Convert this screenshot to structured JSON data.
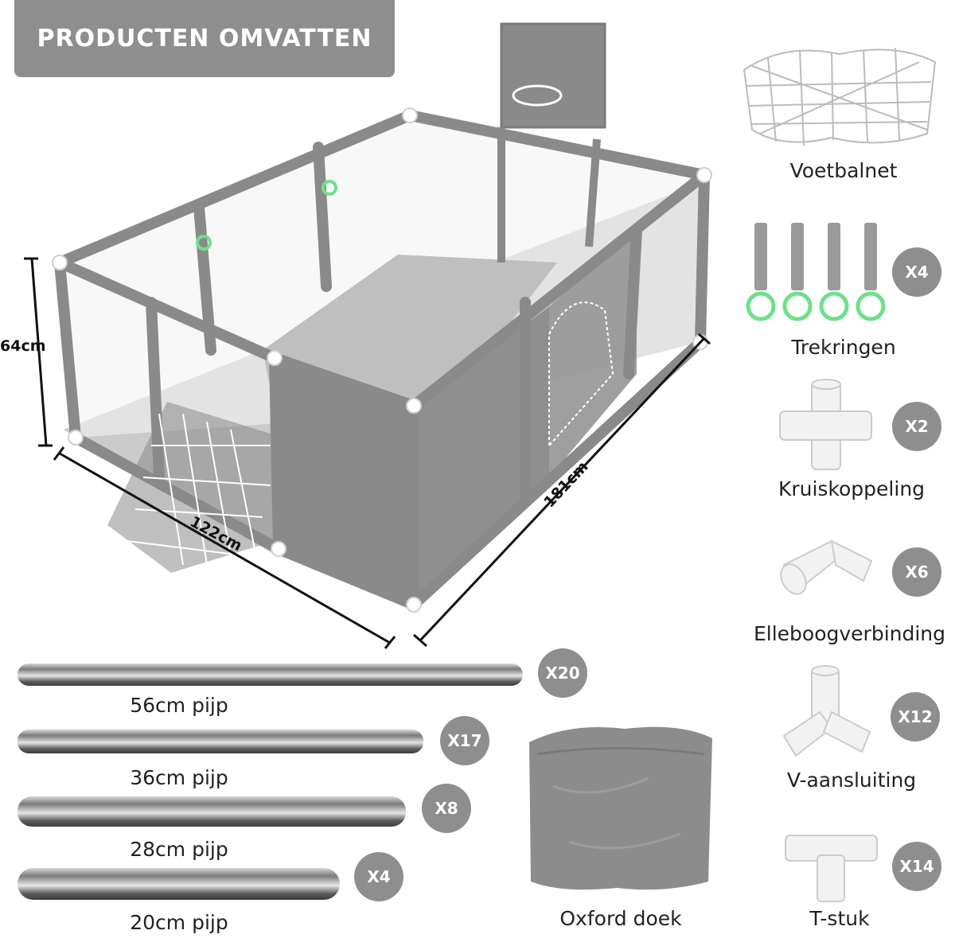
{
  "header": {
    "title": "PRODUCTEN OMVATTEN"
  },
  "dimensions": {
    "height": "64cm",
    "width": "122cm",
    "length": "181cm"
  },
  "parts": [
    {
      "label": "Voetbalnet",
      "qty": ""
    },
    {
      "label": "Trekringen",
      "qty": "X4"
    },
    {
      "label": "Kruiskoppeling",
      "qty": "X2"
    },
    {
      "label": "Elleboogverbinding",
      "qty": "X6"
    },
    {
      "label": "V-aansluiting",
      "qty": "X12"
    },
    {
      "label": "T-stuk",
      "qty": "X14"
    }
  ],
  "pipes": [
    {
      "label": "56cm pijp",
      "qty": "X20"
    },
    {
      "label": "36cm pijp",
      "qty": "X17"
    },
    {
      "label": "28cm pijp",
      "qty": "X8"
    },
    {
      "label": "20cm pijp",
      "qty": "X4"
    }
  ],
  "cloth": {
    "label": "Oxford doek"
  },
  "colors": {
    "badge": "#8e8e8e",
    "frame": "#8a8a8a",
    "ring": "#6ee08a"
  }
}
